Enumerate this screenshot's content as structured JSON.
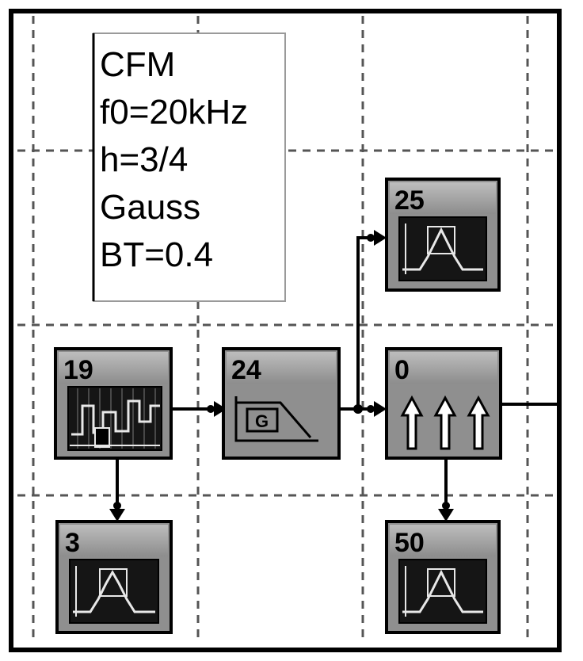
{
  "note": {
    "lines": [
      "CFM",
      "f0=20kHz",
      "h=3/4",
      "Gauss",
      "BT=0.4"
    ]
  },
  "blocks": {
    "source": {
      "number": "19",
      "icon": "random-signal-source-icon"
    },
    "filter": {
      "number": "24",
      "icon": "gaussian-filter-icon"
    },
    "modulator": {
      "number": "0",
      "icon": "triple-arrow-icon"
    },
    "analyzer_top": {
      "number": "25",
      "icon": "spectrum-display-icon"
    },
    "analyzer_bottom_left": {
      "number": "3",
      "icon": "spectrum-display-icon"
    },
    "analyzer_bottom_right": {
      "number": "50",
      "icon": "spectrum-display-icon"
    }
  },
  "colors": {
    "block_face": "#8f8f8f",
    "block_header": "#a9a9a9",
    "screen": "#151515",
    "wire": "#000000",
    "grid": "#555555"
  }
}
